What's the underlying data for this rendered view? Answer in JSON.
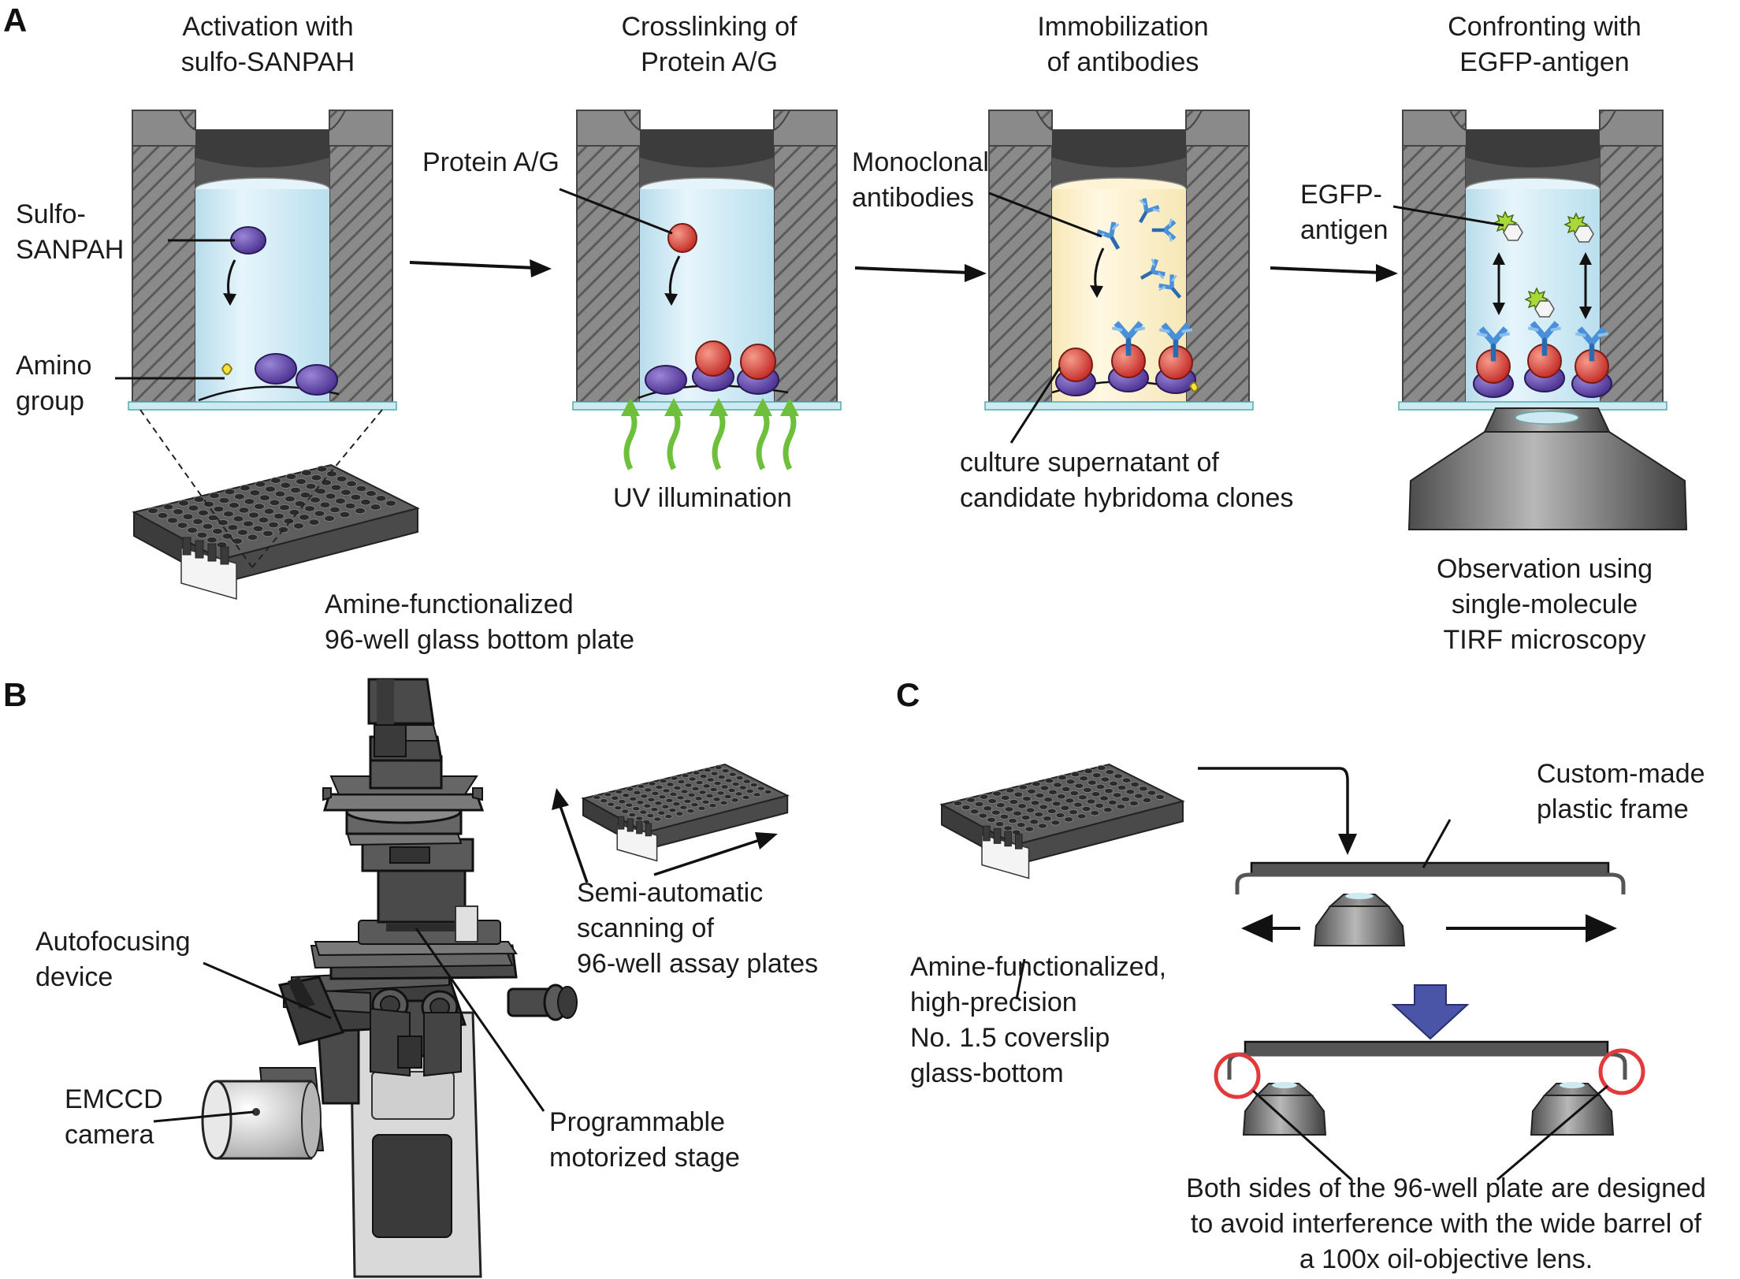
{
  "panels": {
    "a": "A",
    "b": "B",
    "c": "C"
  },
  "panel_a": {
    "steps": [
      {
        "line1": "Activation with",
        "line2": "sulfo-SANPAH"
      },
      {
        "line1": "Crosslinking of",
        "line2": "Protein A/G"
      },
      {
        "line1": "Immobilization",
        "line2": "of antibodies"
      },
      {
        "line1": "Confronting with",
        "line2": "EGFP-antigen"
      }
    ],
    "sulfo_sanpah": {
      "line1": "Sulfo-",
      "line2": "SANPAH"
    },
    "amino_group": {
      "line1": "Amino",
      "line2": "group"
    },
    "plate_label": {
      "line1": "Amine-functionalized",
      "line2": "96-well glass bottom plate"
    },
    "protein_ag": "Protein A/G",
    "uv": "UV illumination",
    "monoclonal": {
      "line1": "Monoclonal",
      "line2": "antibodies"
    },
    "supernatant": {
      "line1": "culture supernatant of",
      "line2": "candidate hybridoma clones"
    },
    "egfp_antigen": {
      "line1": "EGFP-",
      "line2": "antigen"
    },
    "observation": {
      "line1": "Observation using",
      "line2": "single-molecule",
      "line3": "TIRF microscopy"
    }
  },
  "panel_b": {
    "scanning": {
      "line1": "Semi-automatic",
      "line2": "scanning of",
      "line3": "96-well assay plates"
    },
    "autofocus": {
      "line1": "Autofocusing",
      "line2": "device"
    },
    "emccd": {
      "line1": "EMCCD",
      "line2": "camera"
    },
    "stage": {
      "line1": "Programmable",
      "line2": "motorized stage"
    }
  },
  "panel_c": {
    "frame": {
      "line1": "Custom-made",
      "line2": "plastic frame"
    },
    "coverslip": {
      "line1": "Amine-functionalized,",
      "line2": "high-precision",
      "line3": "No. 1.5 coverslip",
      "line4": "glass-bottom"
    },
    "note": {
      "line1": "Both sides of the 96-well plate are designed",
      "line2": "to avoid interference with the wide barrel of",
      "line3": "a 100x oil-objective lens."
    }
  },
  "colors": {
    "liquid": "#cfe9f2",
    "supernatant": "#fbf0cf",
    "wall": "#6e6e6e",
    "sulfo_sanpah": "#6a4aa8",
    "protein_ag": "#d9403a",
    "antibody": "#4a90d8",
    "egfp": "#a8d83a",
    "amino": "#f3e33a",
    "uv_arrow": "#6dbf3c",
    "big_arrow": "#4a55a8",
    "highlight_ring": "#e23a3a"
  }
}
